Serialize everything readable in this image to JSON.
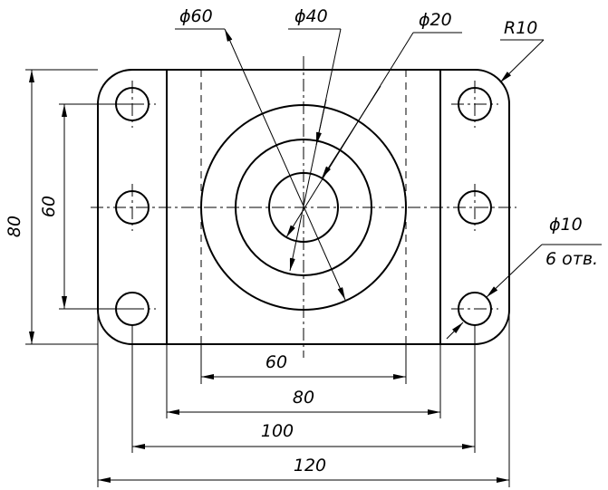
{
  "labels": {
    "d60": "ϕ60",
    "d40": "ϕ40",
    "d20": "ϕ20",
    "r10": "R10",
    "d10": "ϕ10",
    "holes": "6 отв.",
    "dim_80_vertical": "80",
    "dim_60_vertical": "60",
    "dim_60": "60",
    "dim_80": "80",
    "dim_100": "100",
    "dim_120": "120"
  }
}
